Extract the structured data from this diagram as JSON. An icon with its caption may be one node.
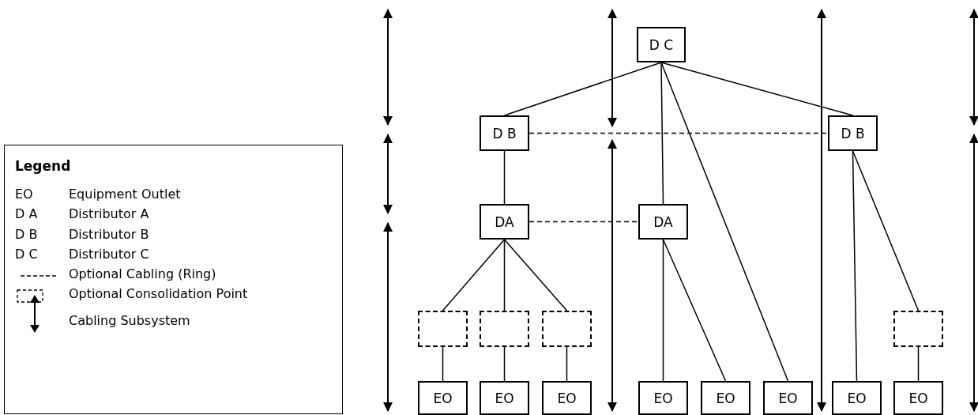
{
  "diagram": {
    "nodes": [
      {
        "text": [
          "D C"
        ]
      },
      {
        "text": [
          "D B"
        ]
      },
      {
        "text": [
          "D B"
        ]
      },
      {
        "text": [
          "DA"
        ]
      },
      {
        "text": [
          "DA"
        ]
      },
      {
        "text": [],
        "shape": "box"
      },
      {
        "text": [],
        "shape": "box"
      },
      {
        "text": [],
        "shape": "box"
      },
      {
        "text": [],
        "shape": "box"
      },
      {
        "text": [
          "EO"
        ]
      },
      {
        "text": [
          "EO"
        ]
      },
      {
        "text": [
          "EO"
        ]
      },
      {
        "text": [
          "EO"
        ]
      },
      {
        "text": [
          "EO"
        ]
      },
      {
        "text": [
          "EO"
        ]
      },
      {
        "text": [
          "EO"
        ]
      },
      {
        "text": [
          "EO"
        ]
      }
    ],
    "edges": [
      {
        "from": 0,
        "to": 1,
        "arrow": "none"
      },
      {
        "from": 0,
        "to": 2,
        "arrow": "none"
      },
      {
        "from": 0,
        "to": 4,
        "arrow": "none"
      },
      {
        "from": 0,
        "to": 14,
        "arrow": "none"
      },
      {
        "from": 1,
        "to": 2,
        "arrow": "none",
        "style": "dashed"
      },
      {
        "from": 1,
        "to": 3,
        "arrow": "none"
      },
      {
        "from": 3,
        "to": 4,
        "arrow": "none",
        "style": "dashed"
      },
      {
        "from": 3,
        "to": 5,
        "arrow": "none"
      },
      {
        "from": 3,
        "to": 6,
        "arrow": "none"
      },
      {
        "from": 3,
        "to": 7,
        "arrow": "none"
      },
      {
        "from": 4,
        "to": 12,
        "arrow": "none"
      },
      {
        "from": 4,
        "to": 13,
        "arrow": "none"
      },
      {
        "from": 2,
        "to": 15,
        "arrow": "none"
      },
      {
        "from": 2,
        "to": 8,
        "arrow": "none"
      },
      {
        "from": 5,
        "to": 9,
        "arrow": "none"
      },
      {
        "from": 6,
        "to": 10,
        "arrow": "none"
      },
      {
        "from": 7,
        "to": 11,
        "arrow": "none"
      },
      {
        "from": 8,
        "to": 16,
        "arrow": "none"
      }
    ],
    "labels": [
      "Legend",
      "EO",
      "D A",
      "D B",
      "D C"
    ],
    "legend": [
      {
        "text": "Equipment Outlet"
      },
      {
        "text": "Distributor A"
      },
      {
        "text": "Distributor B"
      },
      {
        "text": "Distributor C"
      },
      {
        "text": "Optional Cabling (Ring)"
      },
      {
        "text": "Optional Consolidation Point"
      },
      {
        "text": "Cabling Subsystem"
      }
    ]
  }
}
